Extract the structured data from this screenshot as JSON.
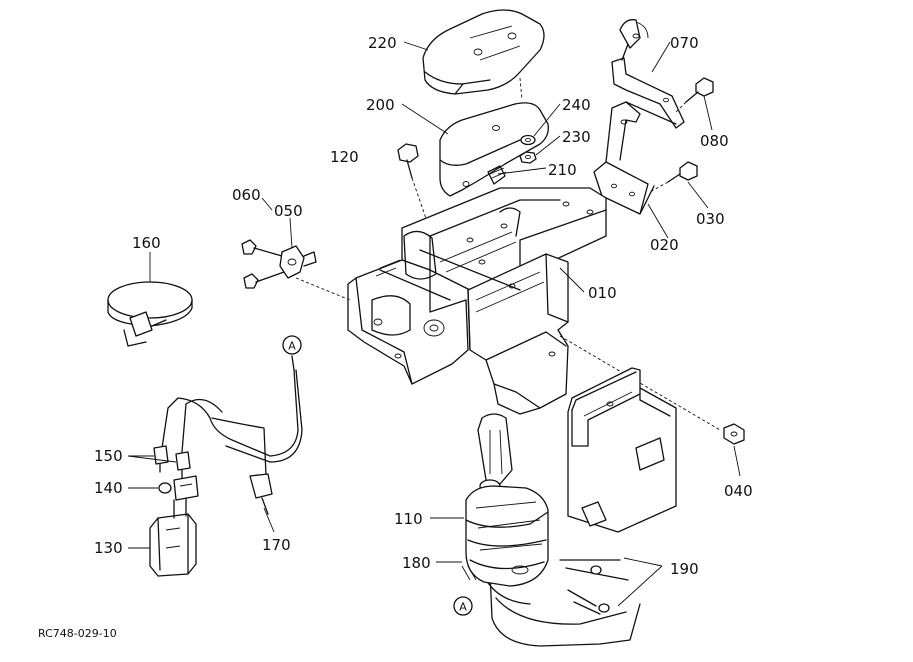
{
  "drawing_code": "RC748-029-10",
  "connector_mark": "A",
  "parts": [
    {
      "key": "p220",
      "label": "220"
    },
    {
      "key": "p200",
      "label": "200"
    },
    {
      "key": "p240",
      "label": "240"
    },
    {
      "key": "p230",
      "label": "230"
    },
    {
      "key": "p120",
      "label": "120"
    },
    {
      "key": "p210",
      "label": "210"
    },
    {
      "key": "p070",
      "label": "070"
    },
    {
      "key": "p080",
      "label": "080"
    },
    {
      "key": "p030",
      "label": "030"
    },
    {
      "key": "p020",
      "label": "020"
    },
    {
      "key": "p060",
      "label": "060"
    },
    {
      "key": "p050",
      "label": "050"
    },
    {
      "key": "p160",
      "label": "160"
    },
    {
      "key": "p010",
      "label": "010"
    },
    {
      "key": "p150",
      "label": "150"
    },
    {
      "key": "p140",
      "label": "140"
    },
    {
      "key": "p130",
      "label": "130"
    },
    {
      "key": "p170",
      "label": "170"
    },
    {
      "key": "p110",
      "label": "110"
    },
    {
      "key": "p180",
      "label": "180"
    },
    {
      "key": "p190",
      "label": "190"
    },
    {
      "key": "p040",
      "label": "040"
    }
  ]
}
